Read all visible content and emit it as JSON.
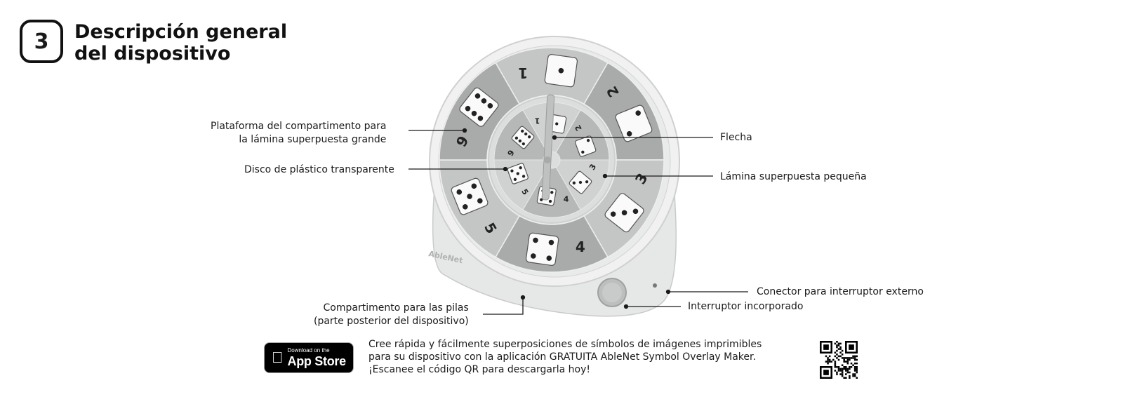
{
  "header": {
    "step_number": "3",
    "title_line1": "Descripción general",
    "title_line2": "del dispositivo"
  },
  "device": {
    "brand": "AbleNet",
    "large_overlay_numbers": [
      "1",
      "2",
      "3",
      "4",
      "5",
      "6"
    ],
    "small_overlay_numbers": [
      "1",
      "2",
      "3",
      "4",
      "5",
      "6"
    ]
  },
  "callouts": {
    "large_overlay_platform_line1": "Plataforma del compartimento para",
    "large_overlay_platform_line2": "la lámina superpuesta grande",
    "clear_plastic_disc": "Disco de plástico transparente",
    "arrow": "Flecha",
    "small_overlay": "Lámina superpuesta pequeña",
    "external_switch_jack": "Conector para interruptor externo",
    "builtin_switch": "Interruptor incorporado",
    "battery_compartment_line1": "Compartimento para las pilas",
    "battery_compartment_line2": "(parte posterior del dispositivo)"
  },
  "footer": {
    "appstore_small": "Download on the",
    "appstore_big": "App Store",
    "promo_line1": "Cree rápida y fácilmente superposiciones de símbolos de imágenes imprimibles",
    "promo_line2": "para su dispositivo con la aplicación GRATUITA AbleNet Symbol Overlay Maker.",
    "promo_line3": "¡Escanee el código QR para descargarla hoy!"
  }
}
